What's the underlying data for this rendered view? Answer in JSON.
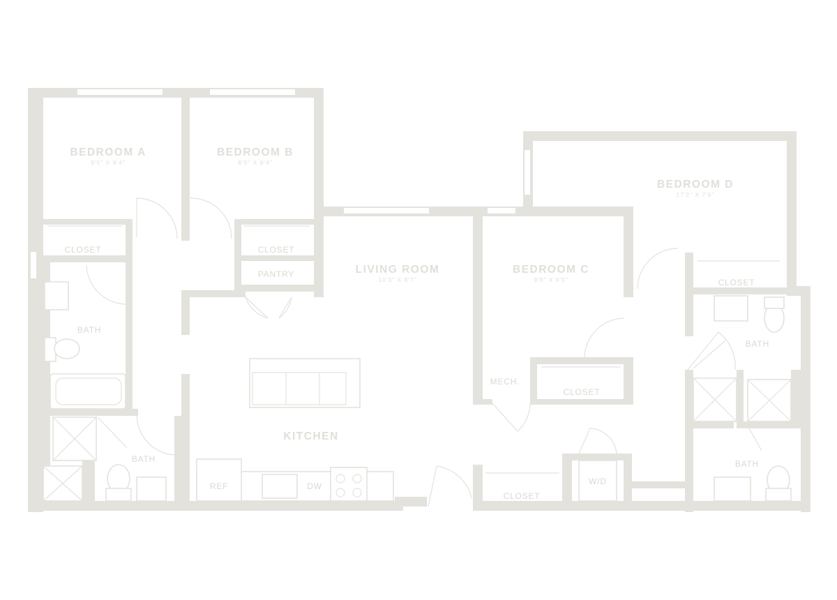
{
  "rooms": {
    "bedroom_a": {
      "name": "BEDROOM A",
      "dims": "9'5\" X 8'4\""
    },
    "bedroom_b": {
      "name": "BEDROOM B",
      "dims": "8'5\" X 8'4\""
    },
    "bedroom_c": {
      "name": "BEDROOM C",
      "dims": "9'8\" X 9'5\""
    },
    "bedroom_d": {
      "name": "BEDROOM D",
      "dims": "17'2\" X 7'6\""
    },
    "living_room": {
      "name": "LIVING ROOM",
      "dims": "10'3\" X 9'7\""
    },
    "kitchen": {
      "name": "KITCHEN"
    }
  },
  "labels": {
    "closet": "CLOSET",
    "pantry": "PANTRY",
    "bath": "BATH",
    "mech": "MECH.",
    "ref": "REF",
    "dw": "DW",
    "wd": "W/D"
  },
  "colors": {
    "wall": "#e3e2dd",
    "text": "#e0dfda",
    "background": "#ffffff"
  }
}
